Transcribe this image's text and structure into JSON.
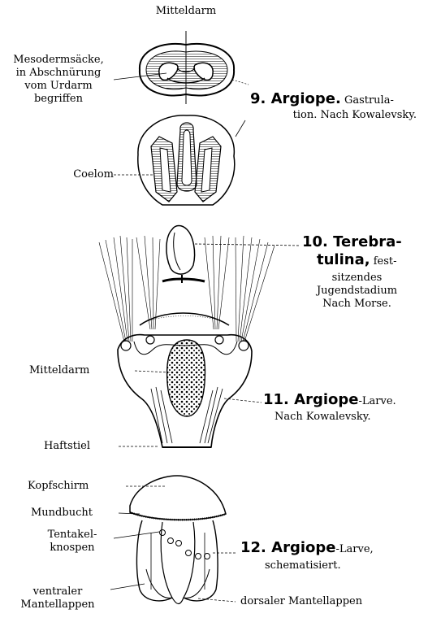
{
  "top": {
    "mitteldarm": "Mitteldarm"
  },
  "fig9": {
    "mesoderm_lines": [
      "Mesodermsäcke,",
      "in Abschnürung",
      "vom Urdarm",
      "begriffen"
    ],
    "coelom": "Coelom",
    "title_bold": "9. Argiope.",
    "title_rest1": "Gastrula-",
    "title_rest2": "tion. Nach Kowalevsky."
  },
  "fig10": {
    "title_bold1": "10. Terebra-",
    "title_bold2": "tulina,",
    "rest_lines": [
      "fest-",
      "sitzendes",
      "Jugendstadium",
      "Nach Morse."
    ]
  },
  "fig11": {
    "mitteldarm": "Mitteldarm",
    "haftstiel": "Haftstiel",
    "title_bold": "11. Argiope",
    "title_suffix": "-Larve.",
    "title_rest": "Nach Kowalevsky."
  },
  "fig12": {
    "kopfschirm": "Kopfschirm",
    "mundbucht": "Mundbucht",
    "tentakel_lines": [
      "Tentakel-",
      "knospen"
    ],
    "ventral_lines": [
      "ventraler",
      "Mantellappen"
    ],
    "dorsal": "dorsaler Mantellappen",
    "title_bold": "12. Argiope",
    "title_suffix": "-Larve,",
    "title_rest": "schematisiert."
  }
}
